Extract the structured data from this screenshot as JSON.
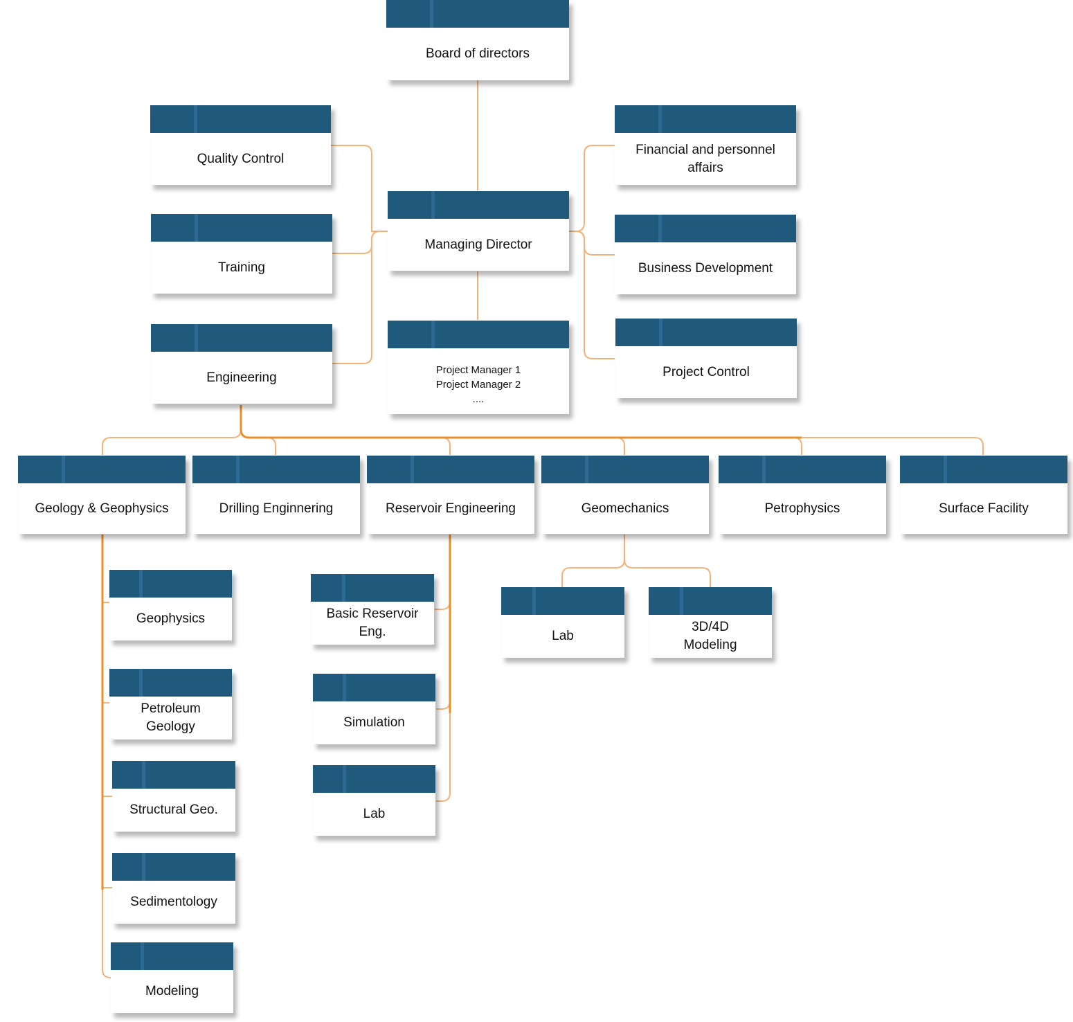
{
  "diagram": {
    "nodes": {
      "board": "Board of directors",
      "managing_director": "Managing Director",
      "quality_control": "Quality Control",
      "training": "Training",
      "engineering": "Engineering",
      "financial": "Financial and personnel\naffairs",
      "business_dev": "Business Development",
      "project_control": "Project Control",
      "project_managers": "Project Manager 1\nProject Manager 2\n....",
      "geology_geophysics": "Geology & Geophysics",
      "drilling": "Drilling Enginnering",
      "reservoir": "Reservoir Engineering",
      "geomechanics": "Geomechanics",
      "petrophysics": "Petrophysics",
      "surface_facility": "Surface Facility",
      "geophysics": "Geophysics",
      "petroleum_geology": "Petroleum\nGeology",
      "structural_geo": "Structural Geo.",
      "sedimentology": "Sedimentology",
      "modeling": "Modeling",
      "basic_reservoir": "Basic Reservoir\nEng.",
      "simulation": "Simulation",
      "reservoir_lab": "Lab",
      "geomech_lab": "Lab",
      "modeling_3d4d": "3D/4D\nModeling"
    },
    "colors": {
      "header": "#1f5a7d",
      "header_tab": "#2a6a95",
      "connector": "#f0a04b",
      "connector_strong": "#e8902a"
    }
  }
}
